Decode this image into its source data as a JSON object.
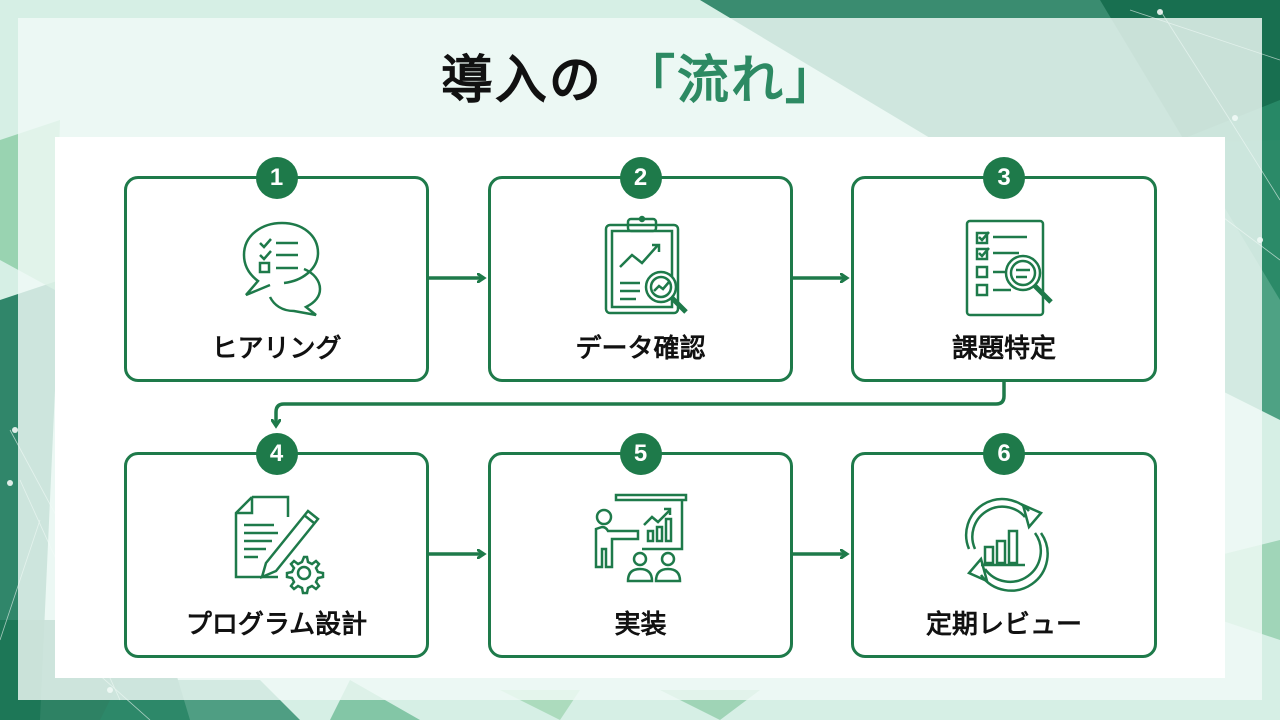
{
  "title": {
    "main": "導入の",
    "accent": "「流れ」"
  },
  "colors": {
    "accent": "#1e7a4a",
    "title_accent": "#2d8a63",
    "text": "#111111"
  },
  "steps": [
    {
      "number": "1",
      "label": "ヒアリング",
      "icon": "chat-checklist-icon"
    },
    {
      "number": "2",
      "label": "データ確認",
      "icon": "clipboard-chart-magnifier-icon"
    },
    {
      "number": "3",
      "label": "課題特定",
      "icon": "checklist-magnifier-icon"
    },
    {
      "number": "4",
      "label": "プログラム設計",
      "icon": "document-pencil-gear-icon"
    },
    {
      "number": "5",
      "label": "実装",
      "icon": "presentation-audience-icon"
    },
    {
      "number": "6",
      "label": "定期レビュー",
      "icon": "cycle-bar-chart-icon"
    }
  ]
}
